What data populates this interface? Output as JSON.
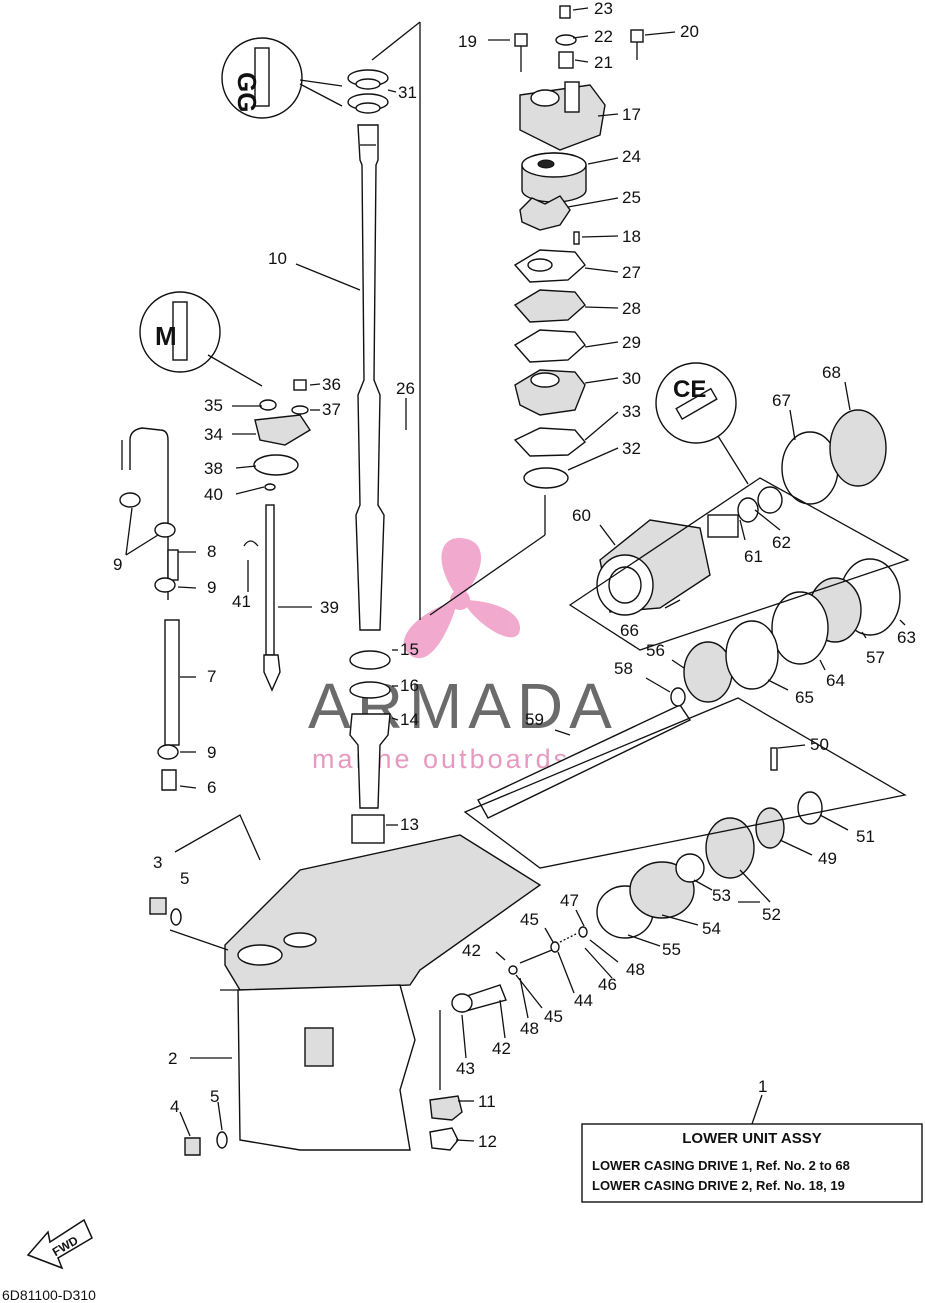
{
  "labels": [
    {
      "t": "23"
    },
    {
      "t": "22"
    },
    {
      "t": "21"
    },
    {
      "t": "19"
    },
    {
      "t": "20"
    },
    {
      "t": "17"
    },
    {
      "t": "24"
    },
    {
      "t": "25"
    },
    {
      "t": "18"
    },
    {
      "t": "27"
    },
    {
      "t": "28"
    },
    {
      "t": "29"
    },
    {
      "t": "30"
    },
    {
      "t": "33"
    },
    {
      "t": "32"
    },
    {
      "t": "31"
    },
    {
      "t": "10"
    },
    {
      "t": "26"
    },
    {
      "t": "36"
    },
    {
      "t": "37"
    },
    {
      "t": "35"
    },
    {
      "t": "34"
    },
    {
      "t": "38"
    },
    {
      "t": "40"
    },
    {
      "t": "9"
    },
    {
      "t": "8"
    },
    {
      "t": "9"
    },
    {
      "t": "41"
    },
    {
      "t": "39"
    },
    {
      "t": "7"
    },
    {
      "t": "9"
    },
    {
      "t": "6"
    },
    {
      "t": "3"
    },
    {
      "t": "5"
    },
    {
      "t": "15"
    },
    {
      "t": "16"
    },
    {
      "t": "14"
    },
    {
      "t": "13"
    },
    {
      "t": "68"
    },
    {
      "t": "67"
    },
    {
      "t": "60"
    },
    {
      "t": "61"
    },
    {
      "t": "62"
    },
    {
      "t": "66"
    },
    {
      "t": "63"
    },
    {
      "t": "57"
    },
    {
      "t": "64"
    },
    {
      "t": "65"
    },
    {
      "t": "56"
    },
    {
      "t": "58"
    },
    {
      "t": "59"
    },
    {
      "t": "50"
    },
    {
      "t": "51"
    },
    {
      "t": "49"
    },
    {
      "t": "53"
    },
    {
      "t": "52"
    },
    {
      "t": "54"
    },
    {
      "t": "55"
    },
    {
      "t": "47"
    },
    {
      "t": "45"
    },
    {
      "t": "48"
    },
    {
      "t": "46"
    },
    {
      "t": "44"
    },
    {
      "t": "42"
    },
    {
      "t": "45"
    },
    {
      "t": "48"
    },
    {
      "t": "42"
    },
    {
      "t": "43"
    },
    {
      "t": "2"
    },
    {
      "t": "4"
    },
    {
      "t": "5"
    },
    {
      "t": "11"
    },
    {
      "t": "12"
    },
    {
      "t": "1"
    }
  ],
  "assembly_box": {
    "title": "LOWER UNIT ASSY",
    "line1": "LOWER CASING DRIVE 1,  Ref. No. 2 to 68",
    "line2": "LOWER CASING DRIVE 2,  Ref. No. 18, 19"
  },
  "fwd_arrow": "FWD",
  "diagram_code": "6D81100-D310",
  "watermark": {
    "brand": "ARMADA",
    "tagline": "marine outboards",
    "brand_color": "#6b6b6b",
    "accent_color": "#e79ac0"
  },
  "callout_icons": [
    "lubricant-callout-icon",
    "lubricant-callout-icon",
    "lubricant-callout-icon"
  ]
}
